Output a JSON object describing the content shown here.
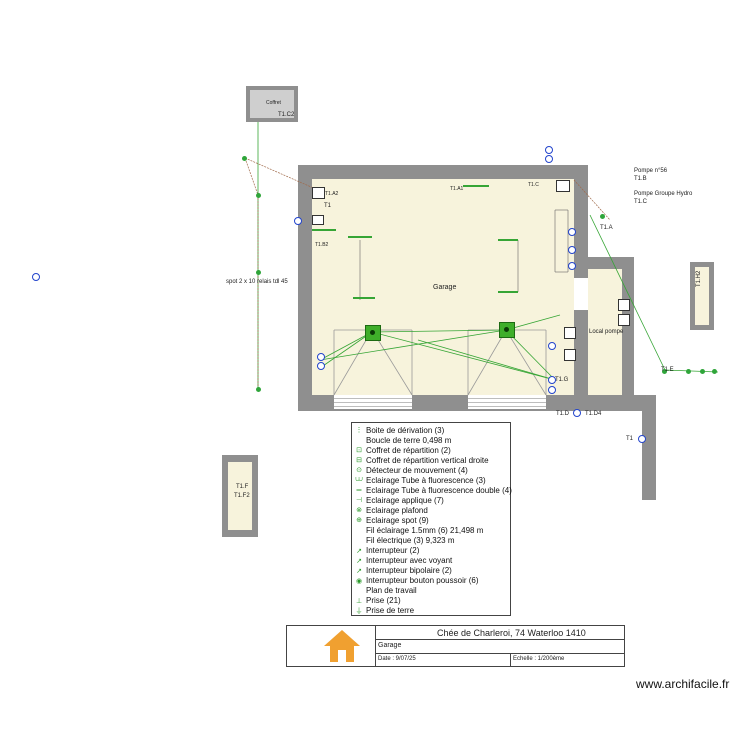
{
  "plan": {
    "garage_label": "Garage",
    "local_pompe_label": "Local pompe",
    "spot_label": "spot 2 x 10 relais tdl 45",
    "pompe1_label": "Pompe n°56",
    "pompe1_code": "T1.B",
    "pompe2_label": "Pompe Groupe Hydro",
    "pompe2_code": "T1.C",
    "t1_label": "T1",
    "t1c2_label": "T1.C2",
    "t1f_label": "T1.F",
    "t1f2_label": "T1.F2",
    "t1g_label": "T1.G",
    "t1d_label": "T1.D",
    "t1d4_label": "T1.D4",
    "t1h2_label": "T1.H2",
    "t1e_label": "T1.E",
    "t1_small_label": "T1.A",
    "coffret_label": "Coffret",
    "ref_a": "T1.A2",
    "ref_b": "T1.B2",
    "ref_c": "T1.C",
    "ref_d": "T1.A1"
  },
  "legend": {
    "items": [
      {
        "icon": "junction-box-icon",
        "glyph": "⋮",
        "label": "Boite de dérivation (3)"
      },
      {
        "icon": "none",
        "glyph": "",
        "label": "Boucle de terre 0,498 m"
      },
      {
        "icon": "distribution-box-icon",
        "glyph": "⊡",
        "label": "Coffret de répartition (2)"
      },
      {
        "icon": "vertical-box-icon",
        "glyph": "⊟",
        "label": "Coffret de répartition vertical droite"
      },
      {
        "icon": "motion-detector-icon",
        "glyph": "⊙",
        "label": "Détecteur de mouvement (4)"
      },
      {
        "icon": "tube-light-icon",
        "glyph": "⩊",
        "label": "Eclairage Tube à fluorescence (3)"
      },
      {
        "icon": "double-tube-icon",
        "glyph": "═",
        "label": "Eclairage Tube à fluorescence double (4)"
      },
      {
        "icon": "wall-light-icon",
        "glyph": "⊣",
        "label": "Eclairage applique (7)"
      },
      {
        "icon": "ceiling-light-icon",
        "glyph": "⊗",
        "label": "Eclairage plafond"
      },
      {
        "icon": "spot-light-icon",
        "glyph": "⊕",
        "label": "Eclairage spot (9)"
      },
      {
        "icon": "none",
        "glyph": "",
        "label": "Fil éclairage 1.5mm (6) 21,498 m"
      },
      {
        "icon": "none",
        "glyph": "",
        "label": "Fil électrique (3) 9,323 m"
      },
      {
        "icon": "switch-icon",
        "glyph": "↗",
        "label": "Interrupteur (2)"
      },
      {
        "icon": "switch-light-icon",
        "glyph": "↗",
        "label": "Interrupteur avec voyant"
      },
      {
        "icon": "bipolar-switch-icon",
        "glyph": "↗",
        "label": "Interrupteur bipolaire (2)"
      },
      {
        "icon": "push-button-icon",
        "glyph": "◉",
        "label": "Interrupteur bouton poussoir (6)"
      },
      {
        "icon": "none",
        "glyph": "",
        "label": "Plan de travail"
      },
      {
        "icon": "socket-icon",
        "glyph": "⊥",
        "label": "Prise (21)"
      },
      {
        "icon": "earth-socket-icon",
        "glyph": "⏚",
        "label": "Prise de terre"
      }
    ]
  },
  "titleblock": {
    "address": "Chée de Charleroi, 74 Waterloo 1410",
    "project": "Garage",
    "date": "Date : 9/07/25",
    "scale": "Echelle : 1/200ème"
  },
  "watermark": "www.archifacile.fr",
  "colors": {
    "wall": "#8f8f8f",
    "floor": "#f7f3dc",
    "wire_green": "#36a535",
    "wire_brown": "#a06a4a",
    "accent_blue": "#2244cc",
    "house_orange": "#f0a030"
  }
}
